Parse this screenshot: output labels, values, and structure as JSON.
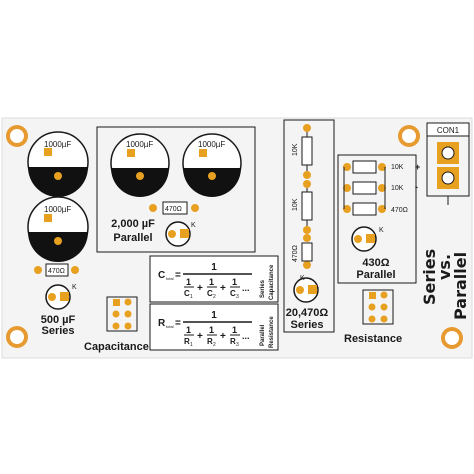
{
  "connector": {
    "label": "CON1"
  },
  "groups": {
    "series_cap": {
      "cap_value": "1000µF",
      "resistor": "470Ω",
      "led_mark": "K",
      "value": "500 µF",
      "mode": "Series"
    },
    "parallel_cap": {
      "cap_value": "1000µF",
      "resistor": "470Ω",
      "led_mark": "K",
      "value": "2,000 µF",
      "mode": "Parallel"
    },
    "series_res": {
      "resistors": [
        "10K",
        "10K",
        "470Ω"
      ],
      "led_mark": "K",
      "value": "20,470Ω",
      "mode": "Series"
    },
    "parallel_res": {
      "resistors": [
        "10K",
        "10K",
        "470Ω"
      ],
      "led_mark": "K",
      "value": "430Ω",
      "mode": "Parallel"
    }
  },
  "sections": {
    "capacitance": "Capacitance",
    "resistance": "Resistance"
  },
  "formulas": {
    "cap": {
      "lhs": "C",
      "lhs_sub": "total",
      "num": "1",
      "terms": [
        "C",
        "C",
        "C"
      ],
      "subs": [
        "1",
        "2",
        "3"
      ],
      "ellipsis": "...",
      "side_top": "Series",
      "side_bottom": "Capacitance"
    },
    "res": {
      "lhs": "R",
      "lhs_sub": "total",
      "num": "1",
      "terms": [
        "R",
        "R",
        "R"
      ],
      "subs": [
        "1",
        "2",
        "3"
      ],
      "ellipsis": "...",
      "side_top": "Parallel",
      "side_bottom": "Resistance"
    }
  },
  "title": {
    "line1": "Series",
    "line2": "vs.",
    "line3": "Parallel"
  },
  "colors": {
    "board": "#f4f4f4",
    "pad": "#f0a030",
    "pad_inner": "#ffd700",
    "drill": "#ffffff",
    "ink": "#1a1a1a"
  }
}
